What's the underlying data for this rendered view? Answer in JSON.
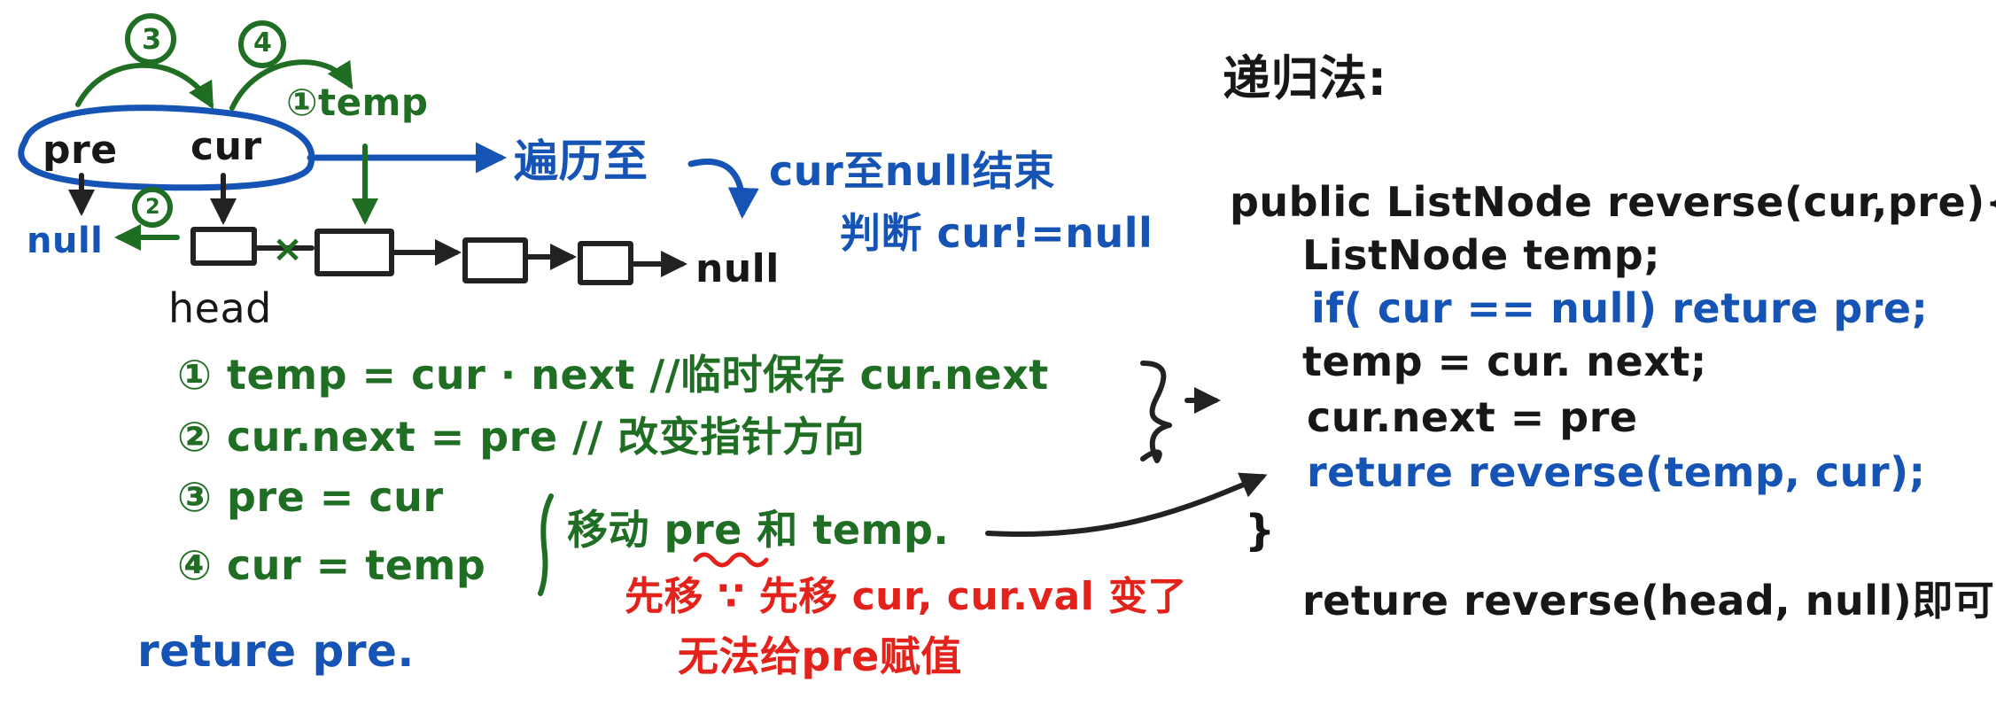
{
  "diagram": {
    "title": "递归法:",
    "nodes": {
      "pre": "pre",
      "cur": "cur",
      "temp_label": "①temp",
      "head": "head",
      "null_left": "null",
      "null_right": "null",
      "x_mark": "×"
    },
    "step_badges": {
      "three": "3",
      "four": "4",
      "two": "2"
    },
    "traverse": {
      "label": "遍历至",
      "end_line1": "cur至null结束",
      "end_line2": "判断 cur!=null"
    },
    "steps": {
      "s1": "① temp = cur · next  //临时保存 cur.next",
      "s2": "② cur.next = pre  // 改变指针方向",
      "s3": "③ pre = cur",
      "s4": "④ cur = temp",
      "move_note": "移动 pre 和 temp.",
      "return_pre": "reture   pre.",
      "arrow_to": "→"
    },
    "warning": {
      "line1": "先移 ∵ 先移 cur, cur.val 变了",
      "line2": "无法给pre赋值"
    },
    "code": {
      "signature": "public ListNode  reverse(cur,pre){",
      "line1": "ListNode  temp;",
      "line2": "if( cur == null) reture pre;",
      "line3": "temp = cur. next;",
      "line4": "cur.next = pre",
      "line5": "reture  reverse(temp, cur);",
      "close": "}",
      "footer": "reture  reverse(head, null)即可"
    },
    "colors": {
      "black": "#171717",
      "green": "#1f6e24",
      "blue": "#1553b4",
      "red": "#e3231b"
    },
    "icons": {
      "arrow": "arrow-icon",
      "step-badge": "circled-number-icon",
      "brace": "brace-icon"
    }
  }
}
